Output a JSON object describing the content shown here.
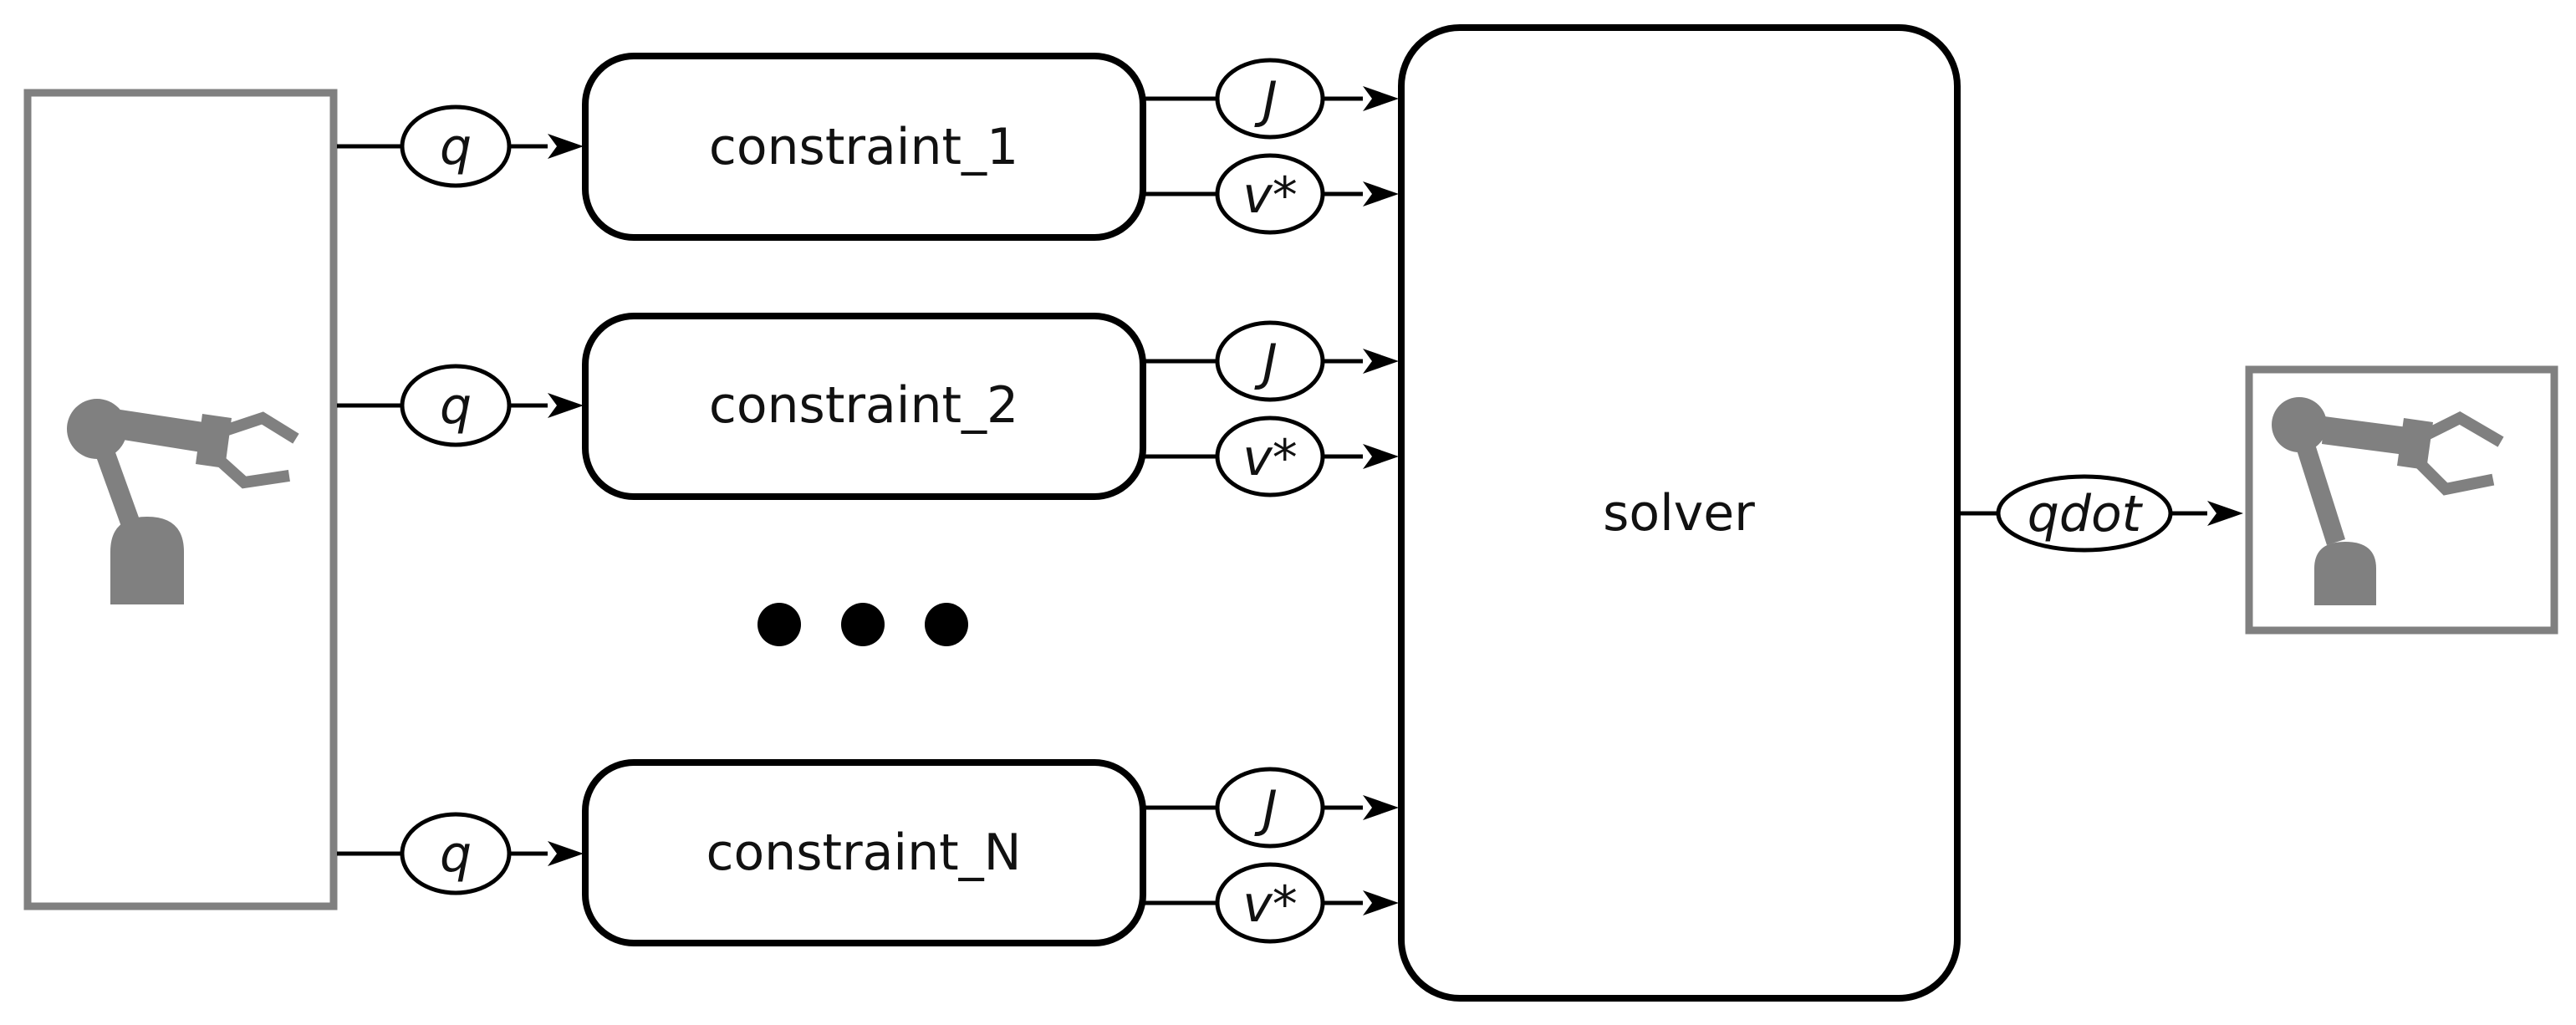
{
  "constraints": [
    {
      "label": "constraint_1",
      "input": "q",
      "outputs": [
        "J",
        "v*"
      ]
    },
    {
      "label": "constraint_2",
      "input": "q",
      "outputs": [
        "J",
        "v*"
      ]
    },
    {
      "label": "constraint_N",
      "input": "q",
      "outputs": [
        "J",
        "v*"
      ]
    }
  ],
  "solver": {
    "label": "solver",
    "output": "qdot"
  },
  "icons": {
    "source_robot": "robot-arm-icon",
    "target_robot": "robot-arm-icon",
    "ellipsis": "ellipsis-dots-icon"
  },
  "colors": {
    "line": "#000000",
    "robot": "#808080"
  }
}
